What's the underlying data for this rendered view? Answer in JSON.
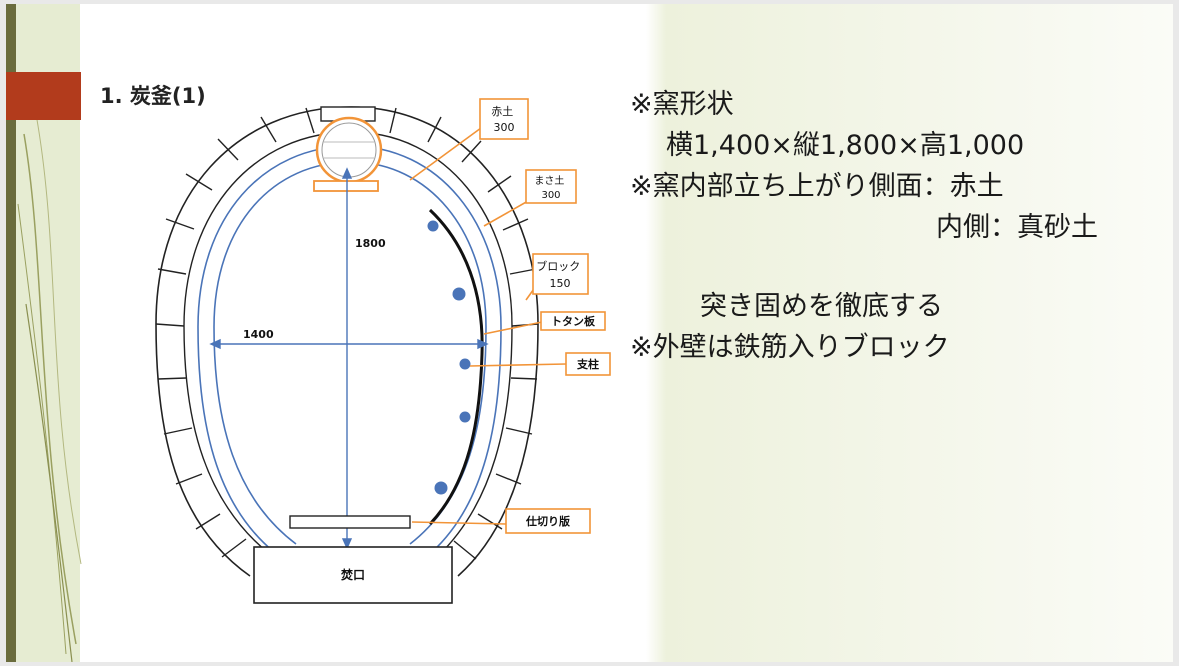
{
  "slide": {
    "title": "1. 炭釜(1)",
    "accent_color": "#b23b1c",
    "stripe_color": "#6a6c3d",
    "diagram": {
      "labels": {
        "akatsuchi": "赤土\n300",
        "masatsuchi": "まさ土\n300",
        "block": "ブロック\n150",
        "tin_plate": "トタン板",
        "pillar": "支柱",
        "partition": "仕切り版",
        "firebox": "焚口",
        "dim_height": "1800",
        "dim_width": "1400"
      },
      "line_color": "#4a74b8",
      "callout_color": "#f29438"
    },
    "notes": {
      "line1": "※窯形状",
      "line2": "横1,400×縦1,800×高1,000",
      "line3": "※窯内部立ち上がり側面：赤土",
      "line4": "内側：真砂土",
      "line5": "突き固めを徹底する",
      "line6": "※外壁は鉄筋入りブロック"
    }
  }
}
